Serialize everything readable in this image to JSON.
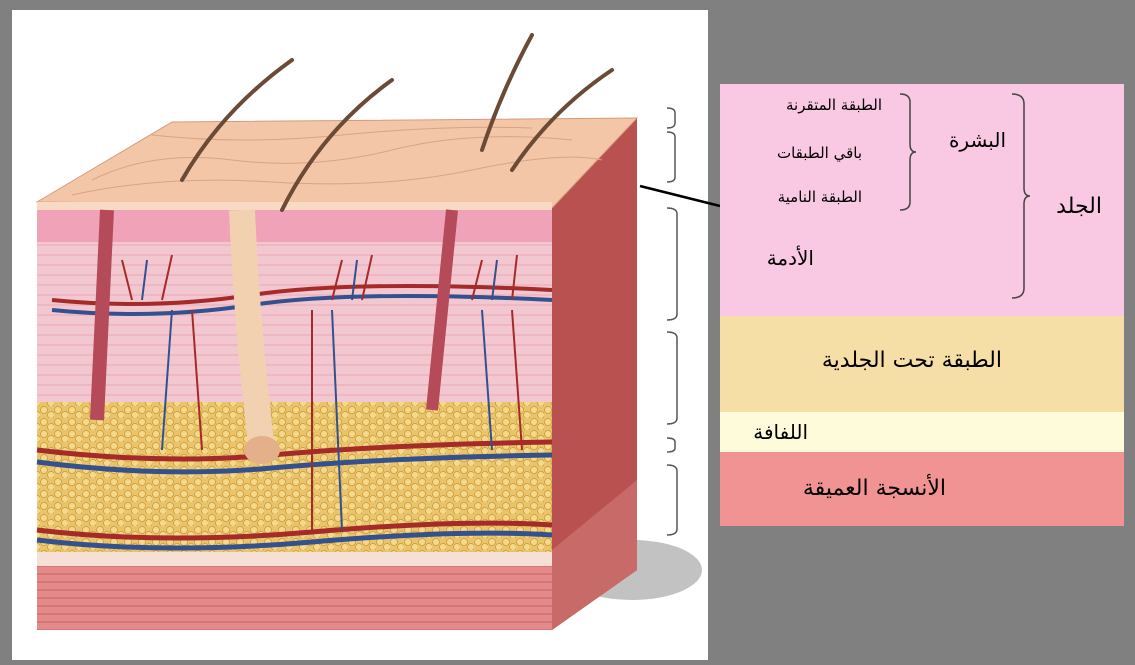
{
  "labels": {
    "stratum_corneum": "الطبقة المتقرنة",
    "other_layers": "باقي الطبقات",
    "basal_layer": "الطبقة النامية",
    "epidermis": "البشرة",
    "dermis": "الأدمة",
    "skin": "الجلد",
    "hypodermis": "الطبقة تحت الجلدية",
    "fascia": "اللفافة",
    "deep_tissue": "الأنسجة العميقة"
  },
  "colors": {
    "skin_panel": "#f9c8e2",
    "hypodermis_panel": "#f6dfa6",
    "fascia_panel": "#fdfbd9",
    "deep_tissue_panel": "#f19393",
    "background": "#808080"
  }
}
